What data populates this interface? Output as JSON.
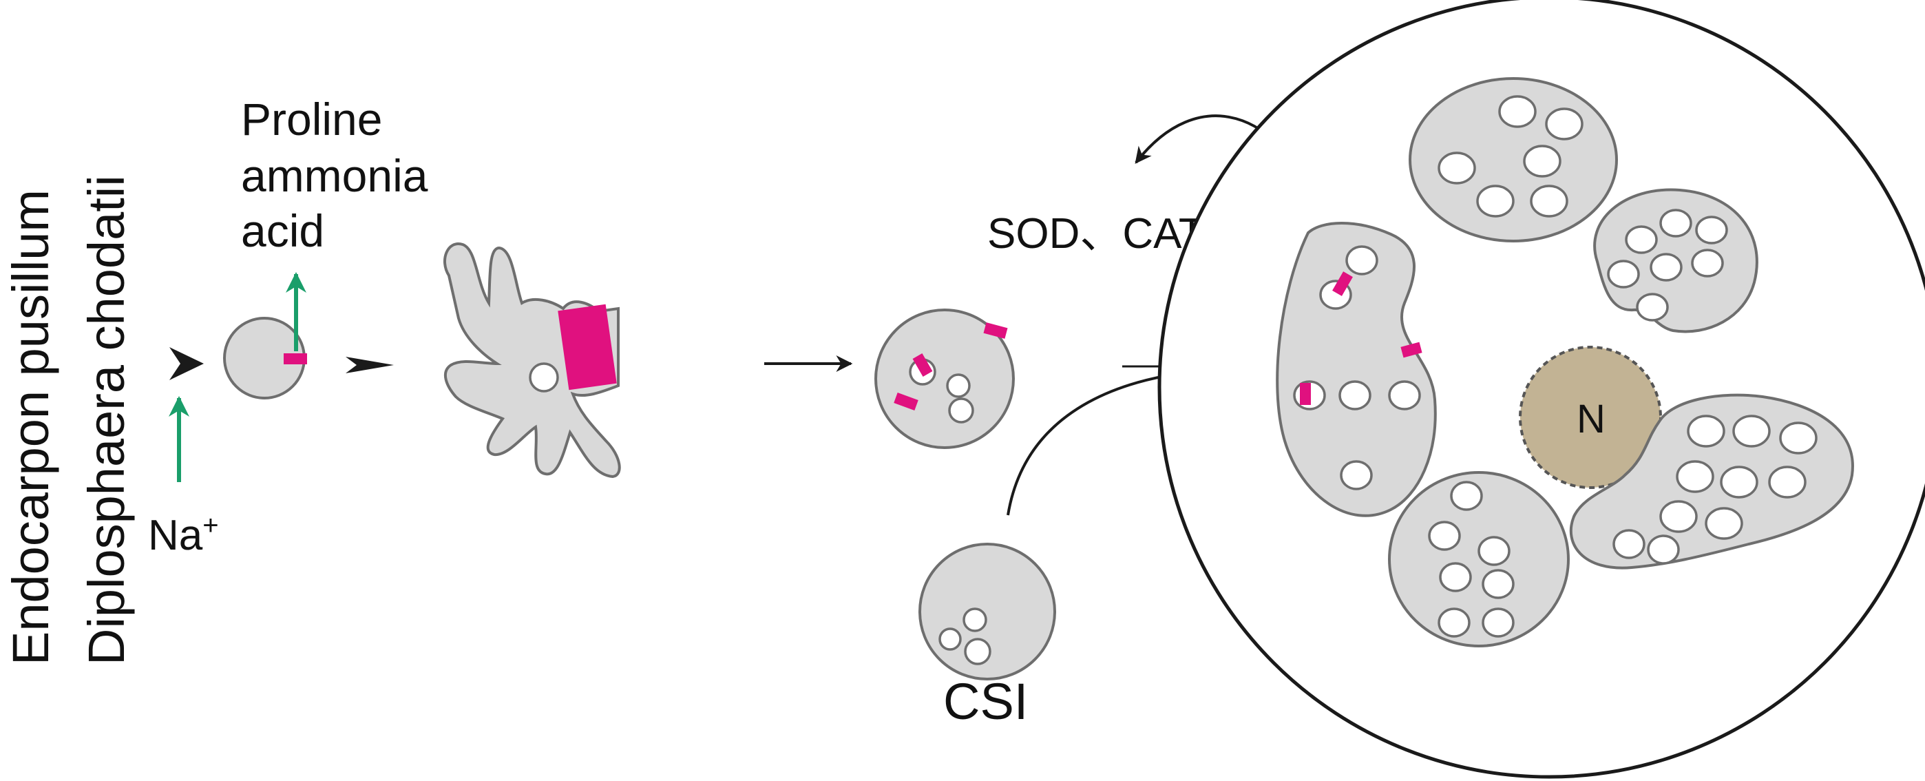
{
  "labels": {
    "species_1": "Endocarpon pusillum",
    "species_2": "Diplosphaera chodatii",
    "sodium": "Na",
    "sodium_charge": "+",
    "proline_1": "Proline",
    "proline_2": "ammonia",
    "proline_3": "acid",
    "enzymes": "SOD、CAT",
    "csi": "CSI",
    "nucleus": "N"
  },
  "colors": {
    "cell_fill": "#d9d9d9",
    "cell_outline": "#6e6e6e",
    "membrane_marker": "#e0117f",
    "ion_arrow": "#1a9e6a",
    "nucleus_fill": "#c2b394",
    "arrow": "#1a1a1a"
  }
}
